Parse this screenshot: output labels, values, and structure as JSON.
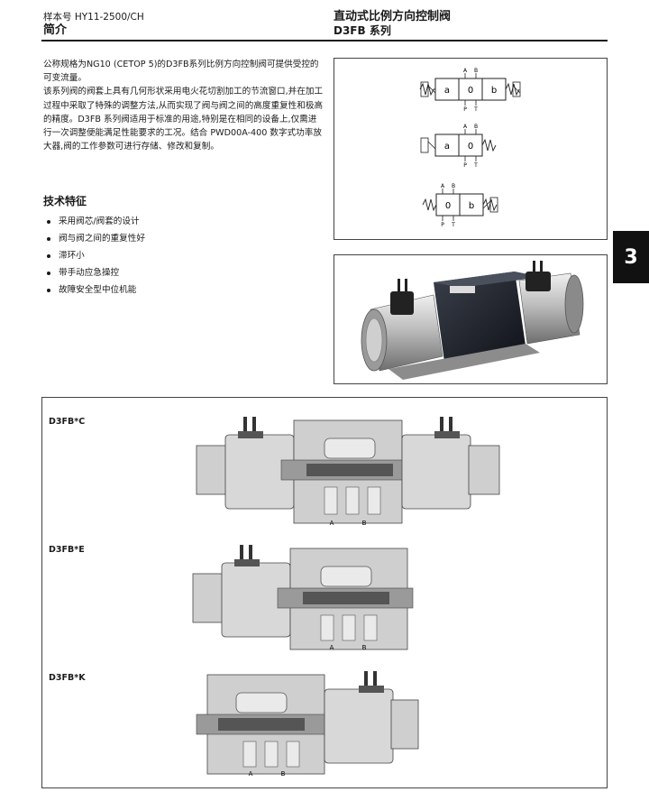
{
  "header": {
    "catalog": "样本号 HY11-2500/CH",
    "section": "简介",
    "product_title": "直动式比例方向控制阀",
    "product_series": "D3FB 系列"
  },
  "intro_paragraphs": [
    "公称规格为NG10 (CETOP 5)的D3FB系列比例方向控制阀可提供受控的可变流量。",
    "该系列阀的阀套上具有几何形状采用电火花切割加工的节流窗口,并在加工过程中采取了特殊的调整方法,从而实现了阀与阀之间的高度重复性和极高的精度。D3FB 系列阀适用于标准的用途,特别是在相同的设备上,仅需进行一次调整便能满足性能要求的工况。结合 PWD00A-400 数字式功率放大器,阀的工作参数可进行存储、修改和复制。"
  ],
  "features": {
    "title": "技术特征",
    "items": [
      "采用阀芯/阀套的设计",
      "阀与阀之间的重复性好",
      "滞环小",
      "带手动应急操控",
      "故障安全型中位机能"
    ]
  },
  "symbols": {
    "port_a": "A",
    "port_b": "B",
    "port_p": "P",
    "port_t": "T",
    "box_a": "a",
    "box_0": "0",
    "box_b": "b"
  },
  "section_tab": "3",
  "sections": [
    {
      "label": "D3FB*C",
      "port_a": "A",
      "port_b": "B"
    },
    {
      "label": "D3FB*E",
      "port_a": "A",
      "port_b": "B"
    },
    {
      "label": "D3FB*K",
      "port_a": "A",
      "port_b": "B"
    }
  ],
  "colors": {
    "text": "#1a1a1a",
    "valve_body": "#cfcfcf",
    "valve_dark": "#7a7a7a",
    "tab_background": "#111111",
    "block_dark": "#1c1f26"
  }
}
